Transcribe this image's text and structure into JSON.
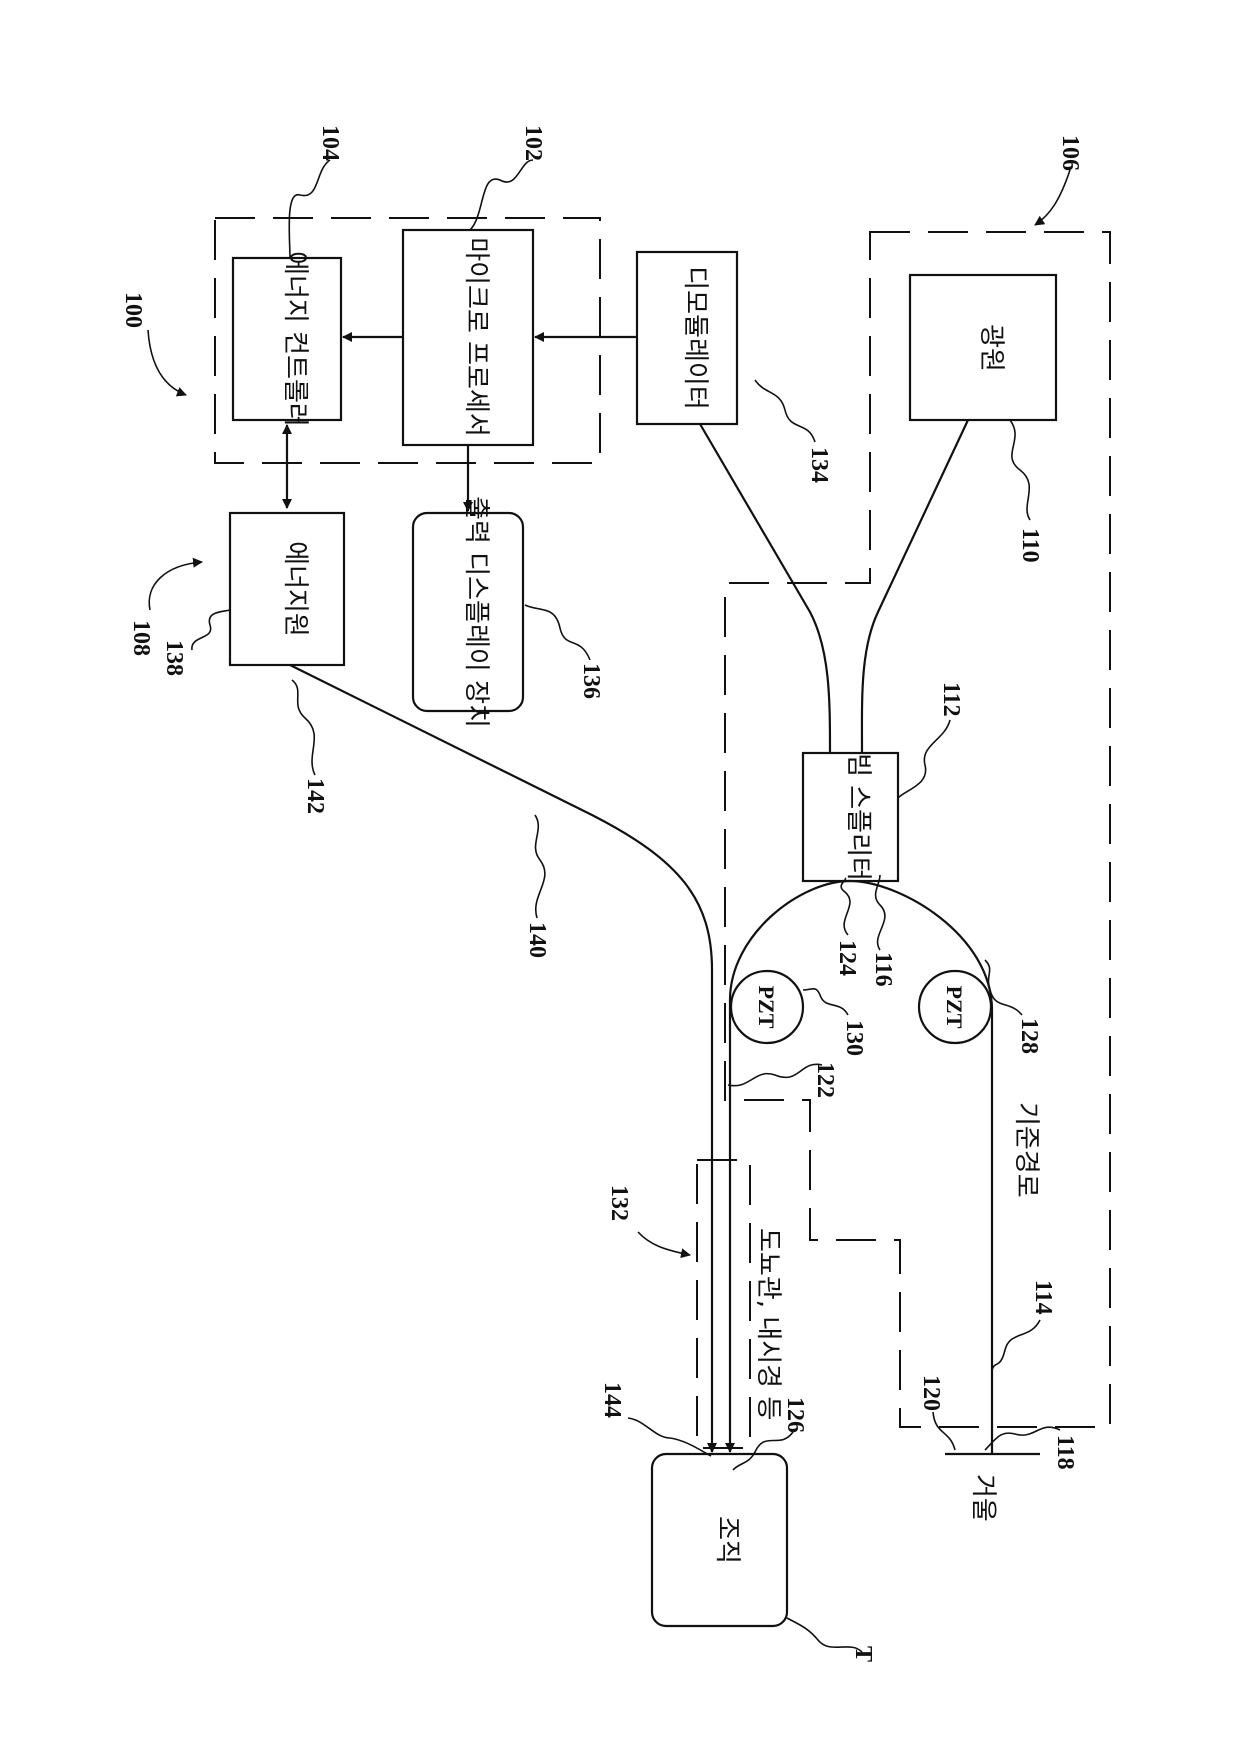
{
  "blocks": {
    "energy_controller": "에너지 컨트롤러",
    "microprocessor": "마이크로 프로세서",
    "demodulator": "디모듈레이터",
    "light_source": "광원",
    "energy_source": "에너지원",
    "output_display": "출력 디스플레이 장치",
    "beam_splitter": "빔 스플리터",
    "tissue": "조직"
  },
  "components": {
    "pzt_reference": "PZT",
    "pzt_sample": "PZT",
    "mirror": "거울"
  },
  "paths": {
    "reference_path": "기준경로",
    "sample_path": "도뇨관, 내시경 등"
  },
  "refs": {
    "r100": "100",
    "r102": "102",
    "r104": "104",
    "r106": "106",
    "r108": "108",
    "r110": "110",
    "r112": "112",
    "r114": "114",
    "r116": "116",
    "r118": "118",
    "r120": "120",
    "r122": "122",
    "r124": "124",
    "r126": "126",
    "r128": "128",
    "r130": "130",
    "r132": "132",
    "r134": "134",
    "r136": "136",
    "r138": "138",
    "r140": "140",
    "r142": "142",
    "r144": "144",
    "rT": "T"
  }
}
